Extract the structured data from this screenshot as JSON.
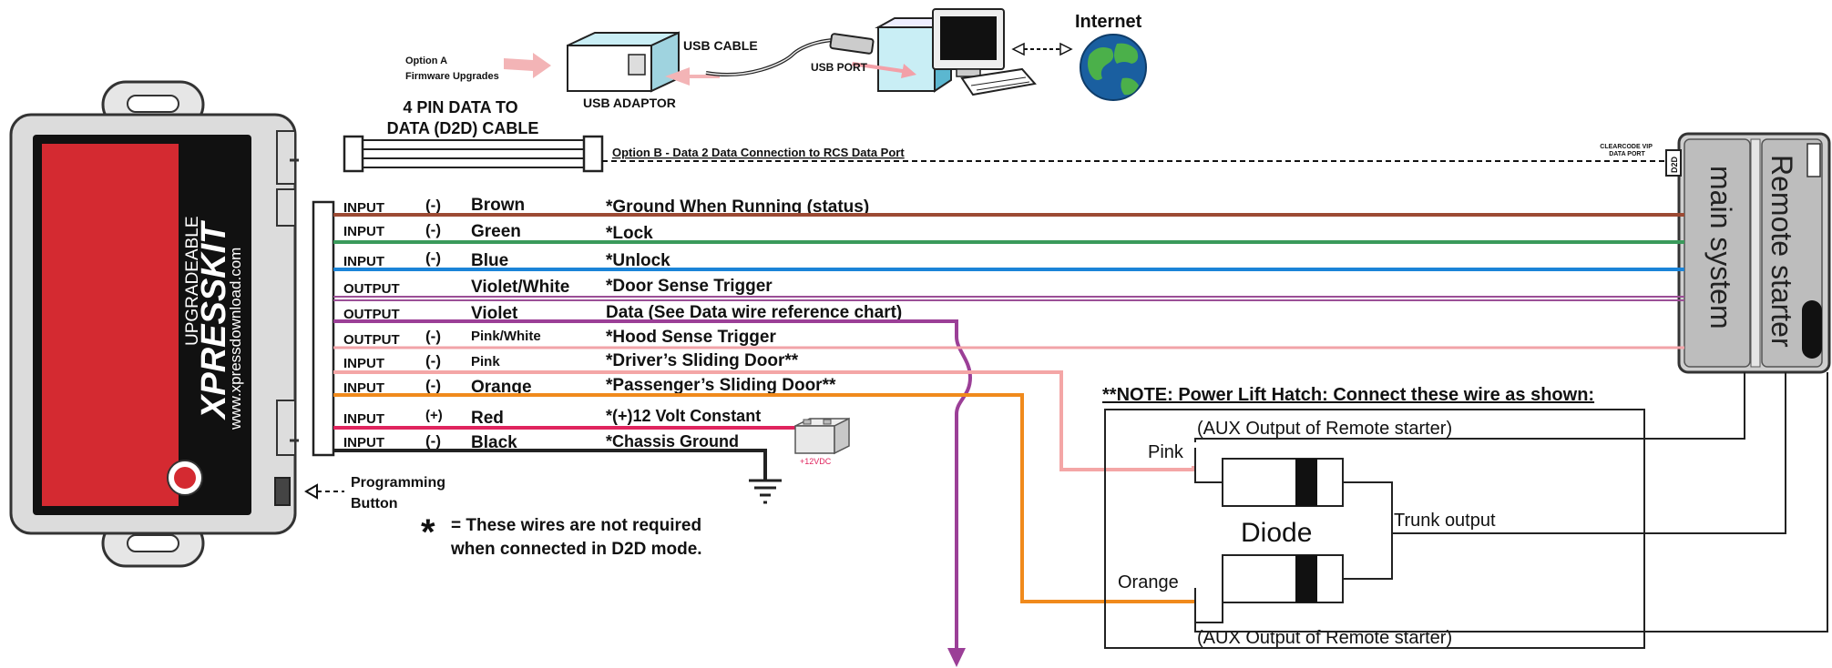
{
  "top": {
    "option_a_line1": "Option A",
    "option_a_line2": "Firmware Upgrades",
    "usb_cable": "USB CABLE",
    "usb_port": "USB PORT",
    "usb_adaptor": "USB ADAPTOR",
    "internet": "Internet",
    "d2d_cable_line1": "4 PIN DATA TO",
    "d2d_cable_line2": "DATA (D2D) CABLE",
    "option_b": "Option B - Data 2 Data Connection to RCS Data Port",
    "clearcode_line1": "CLEARCODE VIP",
    "clearcode_line2": "DATA PORT",
    "d2d_tag": "D2D"
  },
  "module": {
    "upgradeable": "UPGRADEABLE",
    "brand": "XPRESSKIT",
    "website": "www.xpressdownload.com",
    "programming_line1": "Programming",
    "programming_line2": "Button"
  },
  "starter": {
    "line1": "Remote starter",
    "line2": "main system"
  },
  "wires": [
    {
      "dir": "INPUT",
      "pol": "(-)",
      "color_name": "Brown",
      "function": "*Ground When Running (status)",
      "hex": "#9c4a33"
    },
    {
      "dir": "INPUT",
      "pol": "(-)",
      "color_name": "Green",
      "function": "*Lock",
      "hex": "#3a9a5b"
    },
    {
      "dir": "INPUT",
      "pol": "(-)",
      "color_name": "Blue",
      "function": "*Unlock",
      "hex": "#1b84d8"
    },
    {
      "dir": "OUTPUT",
      "pol": "",
      "color_name": "Violet/White",
      "function": "*Door Sense Trigger",
      "hex": "#9b4f96"
    },
    {
      "dir": "OUTPUT",
      "pol": "",
      "color_name": "Violet",
      "function": "Data (See Data wire reference chart)",
      "hex": "#9b3f97"
    },
    {
      "dir": "OUTPUT",
      "pol": "(-)",
      "color_name": "Pink/White",
      "function": "*Hood Sense Trigger",
      "hex": "#f2a3a8"
    },
    {
      "dir": "INPUT",
      "pol": "(-)",
      "color_name": "Pink",
      "function": "*Driver’s Sliding Door**",
      "hex": "#f4a6a6"
    },
    {
      "dir": "INPUT",
      "pol": "(-)",
      "color_name": "Orange",
      "function": "*Passenger’s Sliding Door**",
      "hex": "#f08a1c"
    },
    {
      "dir": "INPUT",
      "pol": "(+)",
      "color_name": "Red",
      "function": "*(+)12 Volt Constant",
      "hex": "#e0245e"
    },
    {
      "dir": "INPUT",
      "pol": "(-)",
      "color_name": "Black",
      "function": "*Chassis Ground",
      "hex": "#222222"
    }
  ],
  "battery_label": "+12VDC",
  "footnote_star": "*",
  "footnote_line1": "= These wires are not required",
  "footnote_line2": "when connected in D2D mode.",
  "note": {
    "title": "**NOTE: Power Lift Hatch: Connect these wire as shown:",
    "aux_top": "(AUX Output of Remote starter)",
    "aux_bottom": "(AUX Output of Remote starter)",
    "pink": "Pink",
    "orange": "Orange",
    "diode": "Diode",
    "trunk": "Trunk output"
  }
}
